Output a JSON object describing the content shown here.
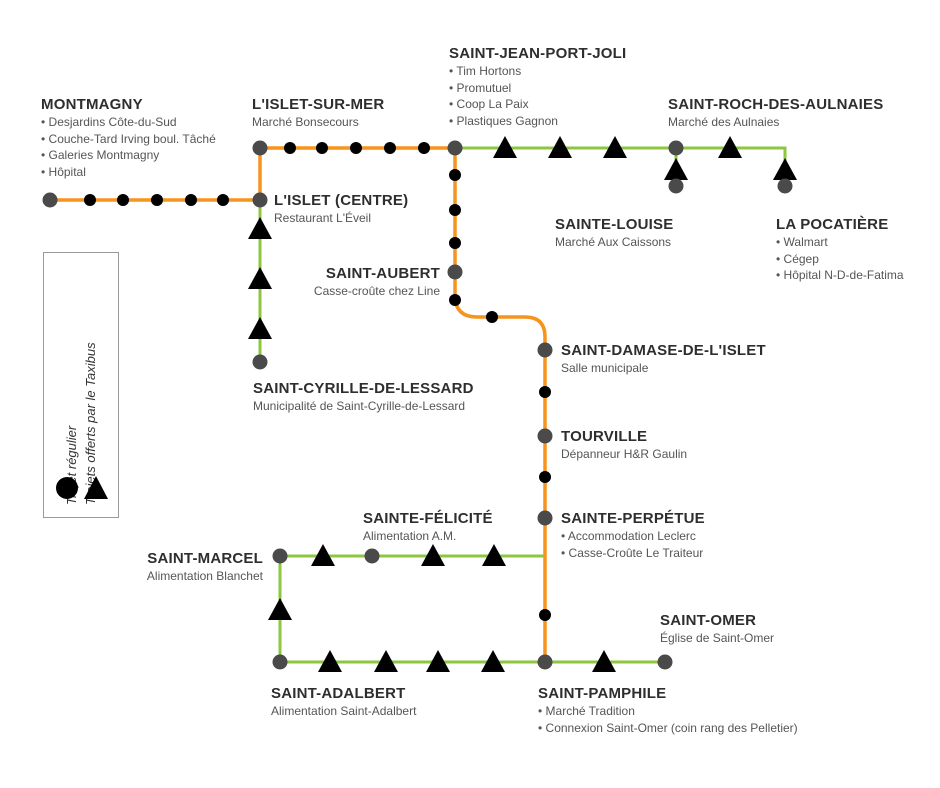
{
  "colors": {
    "regular": "#f7941d",
    "taxibus": "#8dc63f",
    "stop": "#4a4a4a",
    "marker": "#000000"
  },
  "legend": {
    "regular_label": "Trajet régulier",
    "taxibus_label": "Trajets offerts par le Taxibus"
  },
  "stops": {
    "montmagny": {
      "name": "MONTMAGNY",
      "items": [
        "• Desjardins Côte-du-Sud",
        "• Couche-Tard Irving boul. Tâché",
        "• Galeries Montmagny",
        "• Hôpital"
      ]
    },
    "lislet_sur_mer": {
      "name": "L'ISLET-SUR-MER",
      "place": "Marché Bonsecours"
    },
    "saint_jean_port_joli": {
      "name": "SAINT-JEAN-PORT-JOLI",
      "items": [
        "• Tim Hortons",
        "• Promutuel",
        "• Coop La Paix",
        "• Plastiques Gagnon"
      ]
    },
    "saint_roch_des_aulnaies": {
      "name": "SAINT-ROCH-DES-AULNAIES",
      "place": "Marché des Aulnaies"
    },
    "lislet_centre": {
      "name": "L'ISLET (CENTRE)",
      "place": "Restaurant L'Éveil"
    },
    "sainte_louise": {
      "name": "SAINTE-LOUISE",
      "place": "Marché Aux Caissons"
    },
    "la_pocatiere": {
      "name": "LA POCATIÈRE",
      "items": [
        "• Walmart",
        "• Cégep",
        "• Hôpital N-D-de-Fatima"
      ]
    },
    "saint_aubert": {
      "name": "SAINT-AUBERT",
      "place": "Casse-croûte chez Line"
    },
    "saint_damase": {
      "name": "SAINT-DAMASE-DE-L'ISLET",
      "place": "Salle municipale"
    },
    "saint_cyrille": {
      "name": "SAINT-CYRILLE-DE-LESSARD",
      "place": "Municipalité de Saint-Cyrille-de-Lessard"
    },
    "tourville": {
      "name": "TOURVILLE",
      "place": "Dépanneur H&R Gaulin"
    },
    "sainte_felicite": {
      "name": "SAINTE-FÉLICITÉ",
      "place": "Alimentation A.M."
    },
    "sainte_perpetue": {
      "name": "SAINTE-PERPÉTUE",
      "items": [
        "• Accommodation Leclerc",
        "• Casse-Croûte Le Traiteur"
      ]
    },
    "saint_marcel": {
      "name": "SAINT-MARCEL",
      "place": "Alimentation Blanchet"
    },
    "saint_omer": {
      "name": "SAINT-OMER",
      "place": "Église de Saint-Omer"
    },
    "saint_adalbert": {
      "name": "SAINT-ADALBERT",
      "place": "Alimentation Saint-Adalbert"
    },
    "saint_pamphile": {
      "name": "SAINT-PAMPHILE",
      "items": [
        "• Marché Tradition",
        "• Connexion Saint-Omer (coin rang des Pelletier)"
      ]
    }
  }
}
